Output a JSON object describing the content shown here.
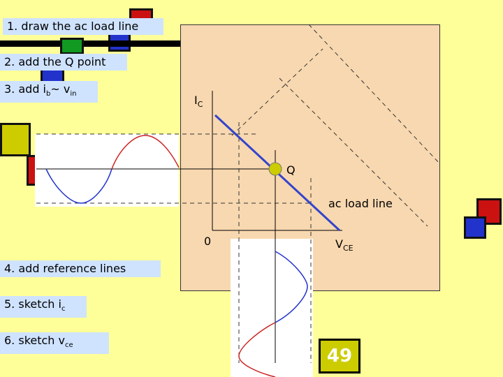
{
  "steps": [
    {
      "text": "1. draw the ac load line",
      "sub": ""
    },
    {
      "text": "2. add the Q point",
      "sub": ""
    },
    {
      "text": "3. add  i",
      "sub": "b",
      "tail": "~ v",
      "tail_sub": "in"
    },
    {
      "text": "4. add reference lines",
      "sub": ""
    },
    {
      "text": "5. sketch i",
      "sub": "c"
    },
    {
      "text": "6. sketch v",
      "sub": "ce"
    }
  ],
  "graph": {
    "y_axis_label": "I",
    "y_axis_sub": "C",
    "x_axis_label": "V",
    "x_axis_sub": "CE",
    "origin_label": "0",
    "q_label": "Q",
    "load_line_label": "ac load line"
  },
  "page_number": "49",
  "colors": {
    "background": "#ffff99",
    "panel": "#f8d8b0",
    "step_box": "#cfe3ff",
    "load_line": "#3344cc",
    "q_point": "#cccc00",
    "sine_red": "#cc2222",
    "sine_blue": "#2233cc"
  },
  "icons": [
    "decor-square-red",
    "decor-square-blue",
    "decor-square-green",
    "decor-square-olive"
  ]
}
